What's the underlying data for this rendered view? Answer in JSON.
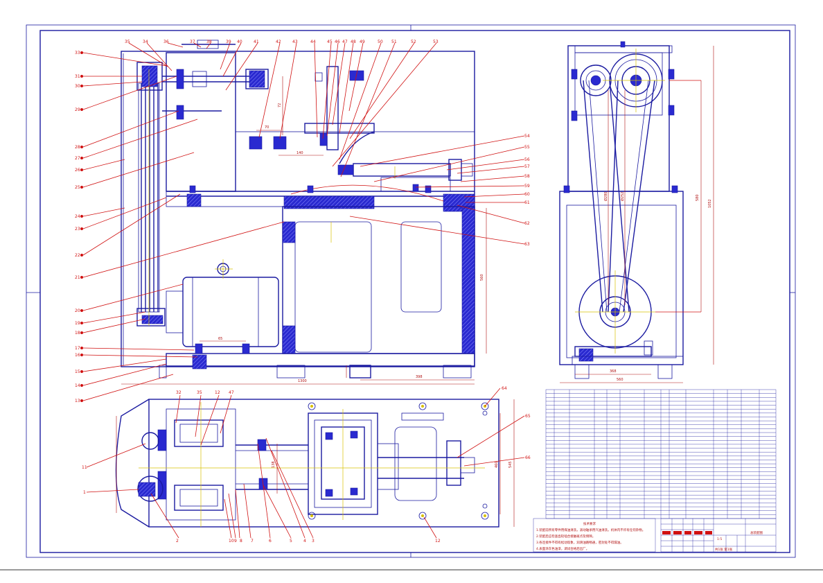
{
  "left_callouts": [
    "33",
    "31",
    "30",
    "29",
    "28",
    "27",
    "26",
    "25",
    "24",
    "23",
    "22",
    "21",
    "20",
    "19",
    "18",
    "17",
    "16",
    "15",
    "14",
    "13"
  ],
  "top_callouts": [
    "35",
    "34",
    "36",
    "37",
    "38",
    "39",
    "40",
    "41",
    "42",
    "43",
    "44",
    "45",
    "46",
    "47",
    "48",
    "49",
    "50",
    "51",
    "52",
    "53"
  ],
  "right_callouts": [
    "54",
    "55",
    "56",
    "57",
    "58",
    "59",
    "60",
    "61",
    "62",
    "63"
  ],
  "plan_callouts": [
    "10",
    "9",
    "8",
    "7",
    "6",
    "5",
    "4",
    "3",
    "2",
    "1"
  ],
  "plan_top_callouts": [
    "11",
    "32",
    "35",
    "12",
    "47"
  ],
  "plan_right_callouts": [
    "64",
    "65",
    "66",
    "12"
  ],
  "dimensions": {
    "front_width": "1300",
    "front_right": "398",
    "front_height": "560",
    "dim_70": "70",
    "dim_140": "140",
    "dim_72": "72",
    "dim_65": "65",
    "side_width": "560",
    "side_inner": "368",
    "side_h1": "580",
    "side_h2": "1052",
    "side_d1": "Ø280",
    "side_d2": "Ø252",
    "plan_h": "460",
    "plan_h2": "545",
    "plan_c": "138"
  },
  "notes": {
    "heading": "技术要求",
    "lines": [
      "1.装配前所有零件用煤油清洗，滚动轴承用汽油清洗，机体内不许有任何杂物。",
      "2.装配后应检查齿轮啮合接触斑点及侧隙。",
      "3.各连接件不得有松动现象，润滑油路畅通，密封处不得漏油。",
      "4.表面涂灰色油漆，调试合格后出厂。"
    ]
  },
  "title_block": {
    "title": "总装配图",
    "scale": "1:5",
    "sheet": "共1张 第1张"
  },
  "parts_rows": 33
}
